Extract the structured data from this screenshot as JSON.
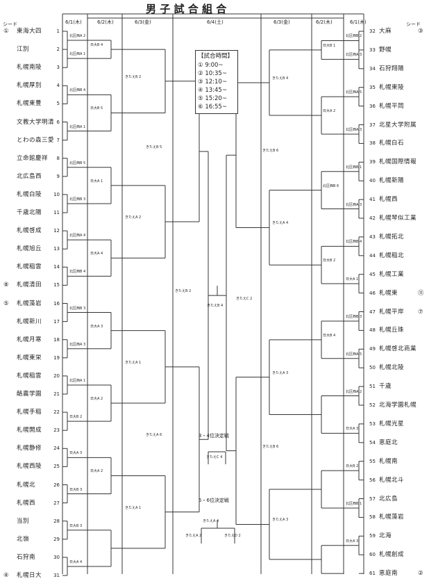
{
  "title": "男子試合組合",
  "header": {
    "seed_left": "シード",
    "seed_right": "シード",
    "dates": [
      "6/1(木)",
      "6/2(木)",
      "6/3(金)",
      "6/4(土)",
      "6/3(金)",
      "6/2(木)",
      "6/1(木)"
    ]
  },
  "schedule": {
    "title": "【試合時間】",
    "times": [
      "① 9:00~",
      "② 10:35~",
      "③ 12:10~",
      "④ 13:45~",
      "⑤ 15:20~",
      "⑥ 16:55~"
    ]
  },
  "left_teams": [
    {
      "name": "東海大四",
      "num": "1",
      "seed": "①"
    },
    {
      "name": "江別",
      "num": "2",
      "seed": ""
    },
    {
      "name": "札幌南陵",
      "num": "3",
      "seed": ""
    },
    {
      "name": "札幌厚別",
      "num": "4",
      "seed": ""
    },
    {
      "name": "札幌東豊",
      "num": "5",
      "seed": ""
    },
    {
      "name": "文教大学明清",
      "num": "6",
      "seed": ""
    },
    {
      "name": "とわの森三愛",
      "num": "7",
      "seed": ""
    },
    {
      "name": "立命館慶祥",
      "num": "8",
      "seed": ""
    },
    {
      "name": "北広島西",
      "num": "9",
      "seed": ""
    },
    {
      "name": "札幌白陵",
      "num": "10",
      "seed": ""
    },
    {
      "name": "千歳北陽",
      "num": "11",
      "seed": ""
    },
    {
      "name": "札幌啓成",
      "num": "12",
      "seed": ""
    },
    {
      "name": "札幌旭丘",
      "num": "13",
      "seed": ""
    },
    {
      "name": "札幌稲雲",
      "num": "14",
      "seed": ""
    },
    {
      "name": "札幌清田",
      "num": "15",
      "seed": "⑧"
    },
    {
      "name": "札幌藻岩",
      "num": "16",
      "seed": "⑤"
    },
    {
      "name": "札幌新川",
      "num": "17",
      "seed": ""
    },
    {
      "name": "札幌月寒",
      "num": "18",
      "seed": ""
    },
    {
      "name": "札幌東栄",
      "num": "19",
      "seed": ""
    },
    {
      "name": "札幌稲雲",
      "num": "20",
      "seed": ""
    },
    {
      "name": "酪農学園",
      "num": "21",
      "seed": ""
    },
    {
      "name": "札幌手稲",
      "num": "22",
      "seed": ""
    },
    {
      "name": "札幌開成",
      "num": "23",
      "seed": ""
    },
    {
      "name": "札幌静修",
      "num": "24",
      "seed": ""
    },
    {
      "name": "札幌西陵",
      "num": "25",
      "seed": ""
    },
    {
      "name": "札幌北",
      "num": "26",
      "seed": ""
    },
    {
      "name": "札幌西",
      "num": "27",
      "seed": ""
    },
    {
      "name": "当別",
      "num": "28",
      "seed": ""
    },
    {
      "name": "北嶺",
      "num": "29",
      "seed": ""
    },
    {
      "name": "石狩南",
      "num": "30",
      "seed": ""
    },
    {
      "name": "札幌日大",
      "num": "31",
      "seed": "④"
    }
  ],
  "right_teams": [
    {
      "name": "大麻",
      "num": "32",
      "seed": "③"
    },
    {
      "name": "野幌",
      "num": "33",
      "seed": ""
    },
    {
      "name": "石狩翔陽",
      "num": "34",
      "seed": ""
    },
    {
      "name": "札幌東陵",
      "num": "35",
      "seed": ""
    },
    {
      "name": "札幌平岡",
      "num": "36",
      "seed": ""
    },
    {
      "name": "北星大学附属",
      "num": "37",
      "seed": ""
    },
    {
      "name": "札幌白石",
      "num": "38",
      "seed": ""
    },
    {
      "name": "札幌国際情報",
      "num": "39",
      "seed": ""
    },
    {
      "name": "札幌新陽",
      "num": "40",
      "seed": ""
    },
    {
      "name": "札幌西",
      "num": "41",
      "seed": ""
    },
    {
      "name": "札幌琴似工業",
      "num": "42",
      "seed": ""
    },
    {
      "name": "札幌拓北",
      "num": "43",
      "seed": ""
    },
    {
      "name": "札幌稲北",
      "num": "44",
      "seed": ""
    },
    {
      "name": "札幌工業",
      "num": "45",
      "seed": ""
    },
    {
      "name": "札幌東",
      "num": "46",
      "seed": "⑪"
    },
    {
      "name": "札幌平岸",
      "num": "47",
      "seed": "⑦"
    },
    {
      "name": "札幌丘珠",
      "num": "48",
      "seed": ""
    },
    {
      "name": "札幌啓北商業",
      "num": "49",
      "seed": ""
    },
    {
      "name": "札幌北陵",
      "num": "50",
      "seed": ""
    },
    {
      "name": "千歳",
      "num": "51",
      "seed": ""
    },
    {
      "name": "北海学園札幌",
      "num": "52",
      "seed": ""
    },
    {
      "name": "札幌光星",
      "num": "53",
      "seed": ""
    },
    {
      "name": "恵庭北",
      "num": "54",
      "seed": ""
    },
    {
      "name": "札幌南",
      "num": "55",
      "seed": ""
    },
    {
      "name": "札幌北斗",
      "num": "56",
      "seed": ""
    },
    {
      "name": "北広島",
      "num": "57",
      "seed": ""
    },
    {
      "name": "札幌藻岩",
      "num": "58",
      "seed": ""
    },
    {
      "name": "北海",
      "num": "59",
      "seed": ""
    },
    {
      "name": "札幌創成",
      "num": "60",
      "seed": ""
    },
    {
      "name": "恵庭南",
      "num": "61",
      "seed": "②"
    }
  ],
  "left_labels": {
    "r1": [
      "北区西A 2",
      "北区西A 1",
      "北区西B 4",
      "北区西A 1",
      "北区西B 5",
      "北区西B 3",
      "北区西A 4",
      "北区西B 4",
      "北区西B 3",
      "北区西A 3",
      "北区西A 1",
      "日大B 2",
      "日大A 3",
      "日大B 3",
      "日大B 3",
      "日大A 4",
      "日大B 4",
      "日大B 5",
      "日大A 1",
      "日大A 4",
      "日大A 3",
      "日大A 2",
      "日大A 2"
    ],
    "r2": [
      "きたえB 2",
      "きたえA 2",
      "きたえA 1",
      "きたえA 1"
    ],
    "r3": [
      "きたえB 5",
      "きたえA 6"
    ],
    "sf": "きたえB 2"
  },
  "right_labels": {
    "r1": [
      "北区西B 2",
      "北区西A 3",
      "北区西A 5",
      "北区西A 3",
      "北区西B 1",
      "北区西A 3",
      "北区西B 4",
      "日大A 1",
      "北区西B 3",
      "北区西A 5",
      "北区西A 2",
      "日大A 3",
      "日大B 2",
      "北区西B 1",
      "日大A 3",
      "日大B 1",
      "日大A 2",
      "北区西B 6",
      "日大B 2",
      "日大B 4"
    ],
    "r2": [
      "きたえB 4",
      "きたえA 4",
      "きたえA 3",
      "きたえA 3"
    ],
    "r3": [
      "きたえB 6",
      "きたえB 6"
    ],
    "sf": "きたえC 2"
  },
  "final_label": "きたえB 4",
  "third_place": {
    "title": "3・4位決定戦",
    "label": "きたえC 4"
  },
  "fifth_place": {
    "title": "5・6位決定戦",
    "top": "きたえA 4",
    "left": "きたえA 2",
    "right": "きたえD 2"
  }
}
